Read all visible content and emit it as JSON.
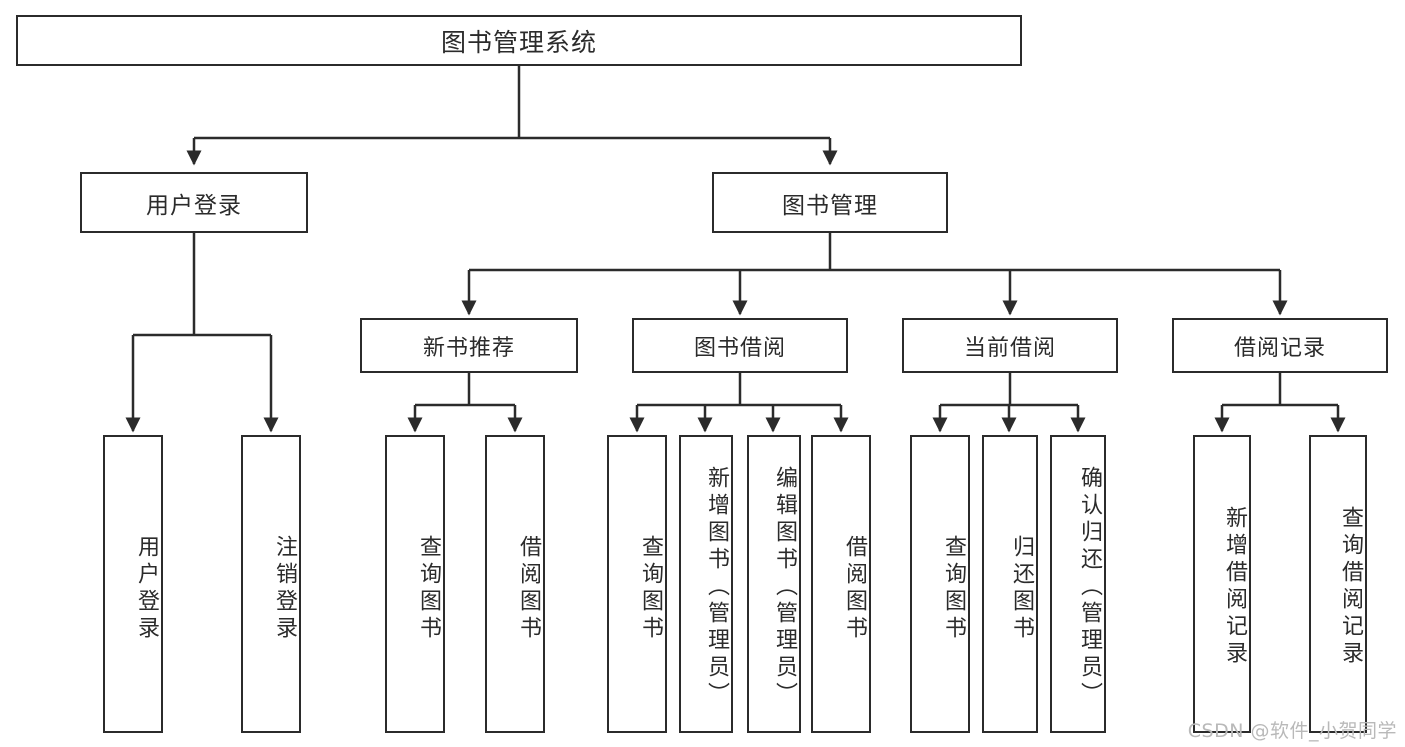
{
  "diagram": {
    "title": "图书管理系统",
    "type": "tree",
    "nodes": {
      "root": {
        "label": "图书管理系统"
      },
      "level1": [
        {
          "id": "user-login",
          "label": "用户登录"
        },
        {
          "id": "book-management",
          "label": "图书管理"
        }
      ],
      "level2": [
        {
          "id": "new-book-recommend",
          "label": "新书推荐"
        },
        {
          "id": "book-borrow",
          "label": "图书借阅"
        },
        {
          "id": "current-borrow",
          "label": "当前借阅"
        },
        {
          "id": "borrow-record",
          "label": "借阅记录"
        }
      ],
      "leaves": {
        "user_login": [
          {
            "id": "leaf-user-login",
            "label": "用户登录"
          },
          {
            "id": "leaf-logout-login",
            "label": "注销登录"
          }
        ],
        "new_book_recommend": [
          {
            "id": "leaf-query-book-1",
            "label": "查询图书"
          },
          {
            "id": "leaf-borrow-book-1",
            "label": "借阅图书"
          }
        ],
        "book_borrow": [
          {
            "id": "leaf-query-book-2",
            "label": "查询图书"
          },
          {
            "id": "leaf-add-book",
            "label": "新增图书（管理员）"
          },
          {
            "id": "leaf-edit-book",
            "label": "编辑图书（管理员）"
          },
          {
            "id": "leaf-borrow-book-2",
            "label": "借阅图书"
          }
        ],
        "current_borrow": [
          {
            "id": "leaf-query-book-3",
            "label": "查询图书"
          },
          {
            "id": "leaf-return-book",
            "label": "归还图书"
          },
          {
            "id": "leaf-confirm-return",
            "label": "确认归还（管理员）"
          }
        ],
        "borrow_record": [
          {
            "id": "leaf-add-record",
            "label": "新增借阅记录"
          },
          {
            "id": "leaf-query-record",
            "label": "查询借阅记录"
          }
        ]
      }
    },
    "colors": {
      "stroke": "#2b2b2b",
      "fill": "#ffffff",
      "text": "#2b2b2b",
      "watermark": "#b9b9b9"
    }
  },
  "watermark": {
    "text": "CSDN @软件_小贺同学"
  }
}
